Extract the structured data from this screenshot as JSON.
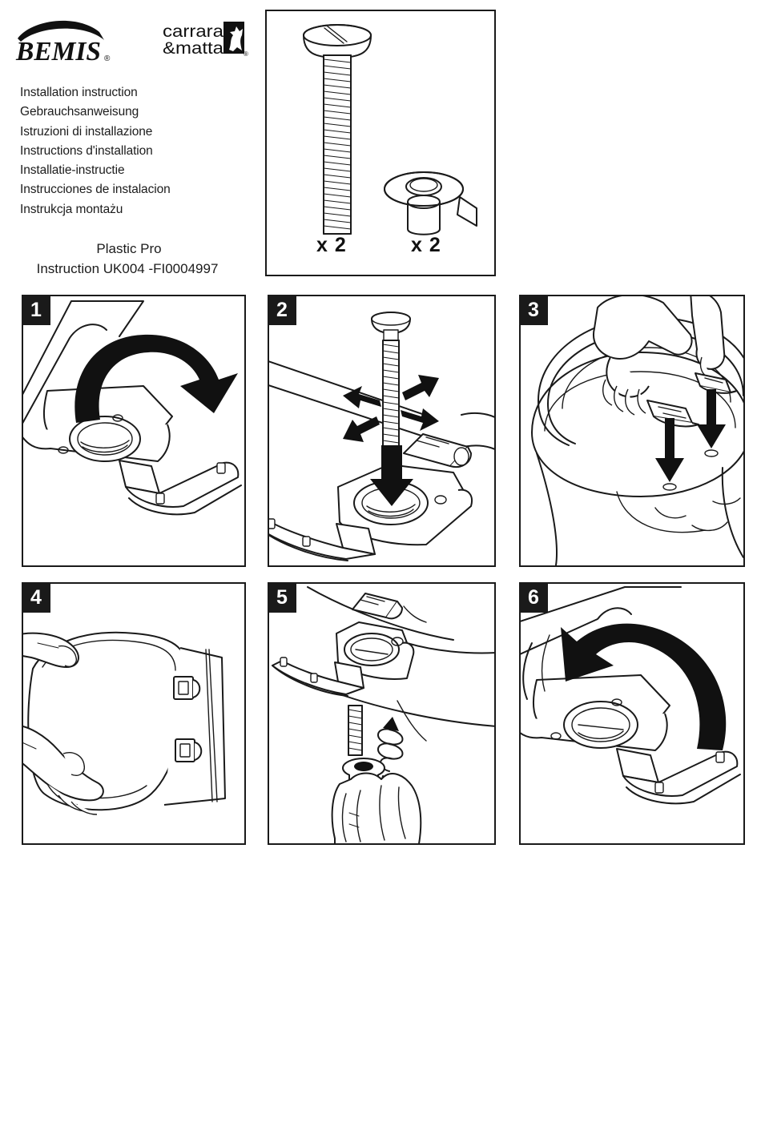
{
  "document": {
    "type": "installation-instruction-sheet"
  },
  "header": {
    "brand_logo": {
      "name": "BEMIS",
      "icon": "bemis-logo",
      "registered_mark": "®"
    },
    "secondary_logo": {
      "line1": "carrara",
      "line2": "&matta",
      "icon": "carrara-matta-logo",
      "registered_mark": "®"
    },
    "languages": [
      "Installation instruction",
      "Gebrauchsanweisung",
      "Istruzioni di installazione",
      "Instructions d'installation",
      "Installatie-instructie",
      "Instrucciones de instalacion",
      "Instrukcja montażu"
    ],
    "product_name": "Plastic Pro",
    "product_code": "Instruction UK004 -FI0004997"
  },
  "parts_box": {
    "parts": [
      {
        "name": "pan-head-bolt",
        "quantity_label": "x 2"
      },
      {
        "name": "wing-nut",
        "quantity_label": "x 2"
      }
    ]
  },
  "steps": [
    {
      "number": "1",
      "name": "open-hinge-cover"
    },
    {
      "number": "2",
      "name": "insert-bolt-and-align"
    },
    {
      "number": "3",
      "name": "lower-seat-onto-bowl"
    },
    {
      "number": "4",
      "name": "position-seat"
    },
    {
      "number": "5",
      "name": "thread-wing-nut"
    },
    {
      "number": "6",
      "name": "close-hinge-cover"
    }
  ],
  "colors": {
    "ink": "#1a1a1a",
    "paper": "#ffffff",
    "badge_background": "#1a1a1a",
    "badge_text": "#ffffff"
  }
}
